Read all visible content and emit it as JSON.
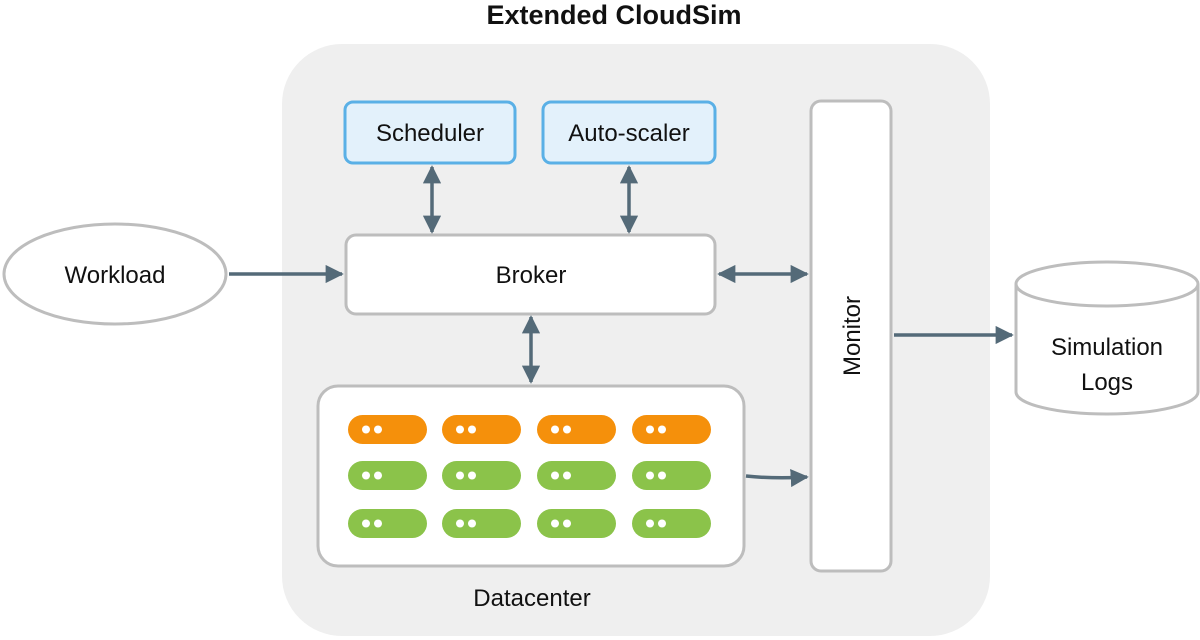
{
  "title": "Extended CloudSim",
  "nodes": {
    "workload": "Workload",
    "scheduler": "Scheduler",
    "autoscaler": "Auto-scaler",
    "broker": "Broker",
    "monitor": "Monitor",
    "datacenter": "Datacenter",
    "logs_line1": "Simulation",
    "logs_line2": "Logs"
  },
  "colors": {
    "container_fill": "#efefef",
    "box_border": "#bdbdbd",
    "blue_fill": "#e3f1fb",
    "blue_border": "#5ab0e6",
    "arrow": "#546a78",
    "server_orange": "#f5900b",
    "server_green": "#8bc34a"
  },
  "servers": {
    "rows": [
      "orange",
      "green",
      "green"
    ],
    "per_row": 4
  }
}
